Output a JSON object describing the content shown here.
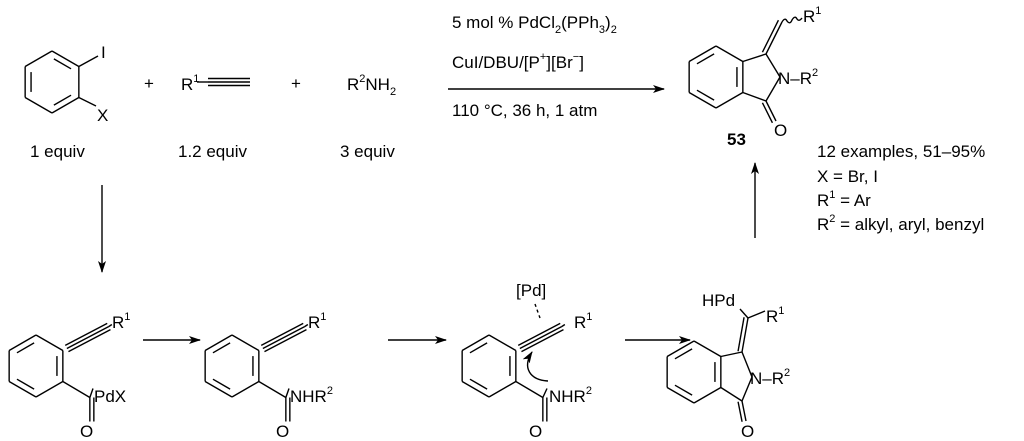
{
  "reagents": {
    "aryl_I": "I",
    "aryl_X": "X",
    "plus1": "+",
    "plus2": "+",
    "alkyne_R": "R",
    "alkyne_sup": "1",
    "amine_R": "R",
    "amine_sup": "2",
    "amine_NH": "NH",
    "amine_sub": "2",
    "equiv1": "1 equiv",
    "equiv2": "1.2 equiv",
    "equiv3": "3 equiv"
  },
  "conditions": {
    "line1_a": "5 mol % PdCl",
    "line1_sub1": "2",
    "line1_b": "(PPh",
    "line1_sub2": "3",
    "line1_c": ")",
    "line1_sub3": "2",
    "line2_a": "CuI/DBU/[P",
    "line2_sup1": "+",
    "line2_b": "][Br",
    "line2_sup2": "−",
    "line2_c": "]",
    "line3": "110 °C, 36 h, 1 atm"
  },
  "product": {
    "R1": "R",
    "R1_sup": "1",
    "N": "N–R",
    "R2_sup": "2",
    "O": "O",
    "compound_number": "53"
  },
  "scope": {
    "line1": "12 examples, 51–95%",
    "line2": "X = Br, I",
    "line3_a": "R",
    "line3_sup": "1",
    "line3_b": " = Ar",
    "line4_a": "R",
    "line4_sup": "2",
    "line4_b": " = alkyl, aryl, benzyl"
  },
  "intermediates": {
    "i1": {
      "R": "R",
      "sup": "1",
      "PdX": "PdX",
      "O": "O"
    },
    "i2": {
      "R": "R",
      "sup": "1",
      "NHR": "NHR",
      "sup2": "2",
      "O": "O"
    },
    "i3": {
      "Pd": "Pd",
      "R": "R",
      "sup": "1",
      "NHR": "NHR",
      "sup2": "2",
      "O": "O"
    },
    "i4": {
      "HPd": "HPd",
      "R": "R",
      "sup": "1",
      "N": "N–R",
      "sup2": "2",
      "O": "O"
    }
  }
}
